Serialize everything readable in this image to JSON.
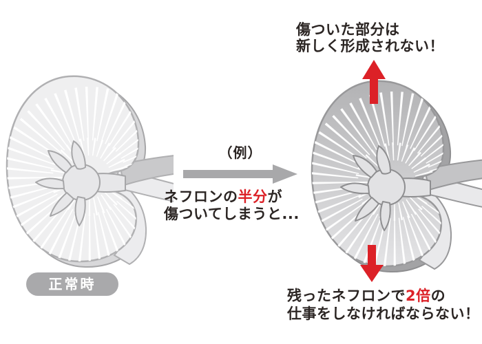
{
  "normal_label": "正常時",
  "example_label": "（例）",
  "mid_note": {
    "pre": "ネフロンの",
    "highlight": "半分",
    "post": "が",
    "line2": "傷ついてしまうと..."
  },
  "top_note": {
    "line1": "傷ついた部分は",
    "line2": "新しく形成されない！"
  },
  "bottom_note": {
    "pre": "残ったネフロンで",
    "highlight": "2倍",
    "post": "の",
    "line2": "仕事をしなければならない！"
  },
  "icons": {
    "flow_arrow": "right-arrow",
    "damage_top": "up-arrow",
    "damage_bottom": "down-arrow"
  },
  "colors": {
    "red": "#dc2127",
    "arrow_gray": "#a8a8aa",
    "text": "#2b2523",
    "pill_bg": "#a9a9ab",
    "kidney_light": "#efeff0",
    "kidney_dark": "#b2b2b4"
  }
}
